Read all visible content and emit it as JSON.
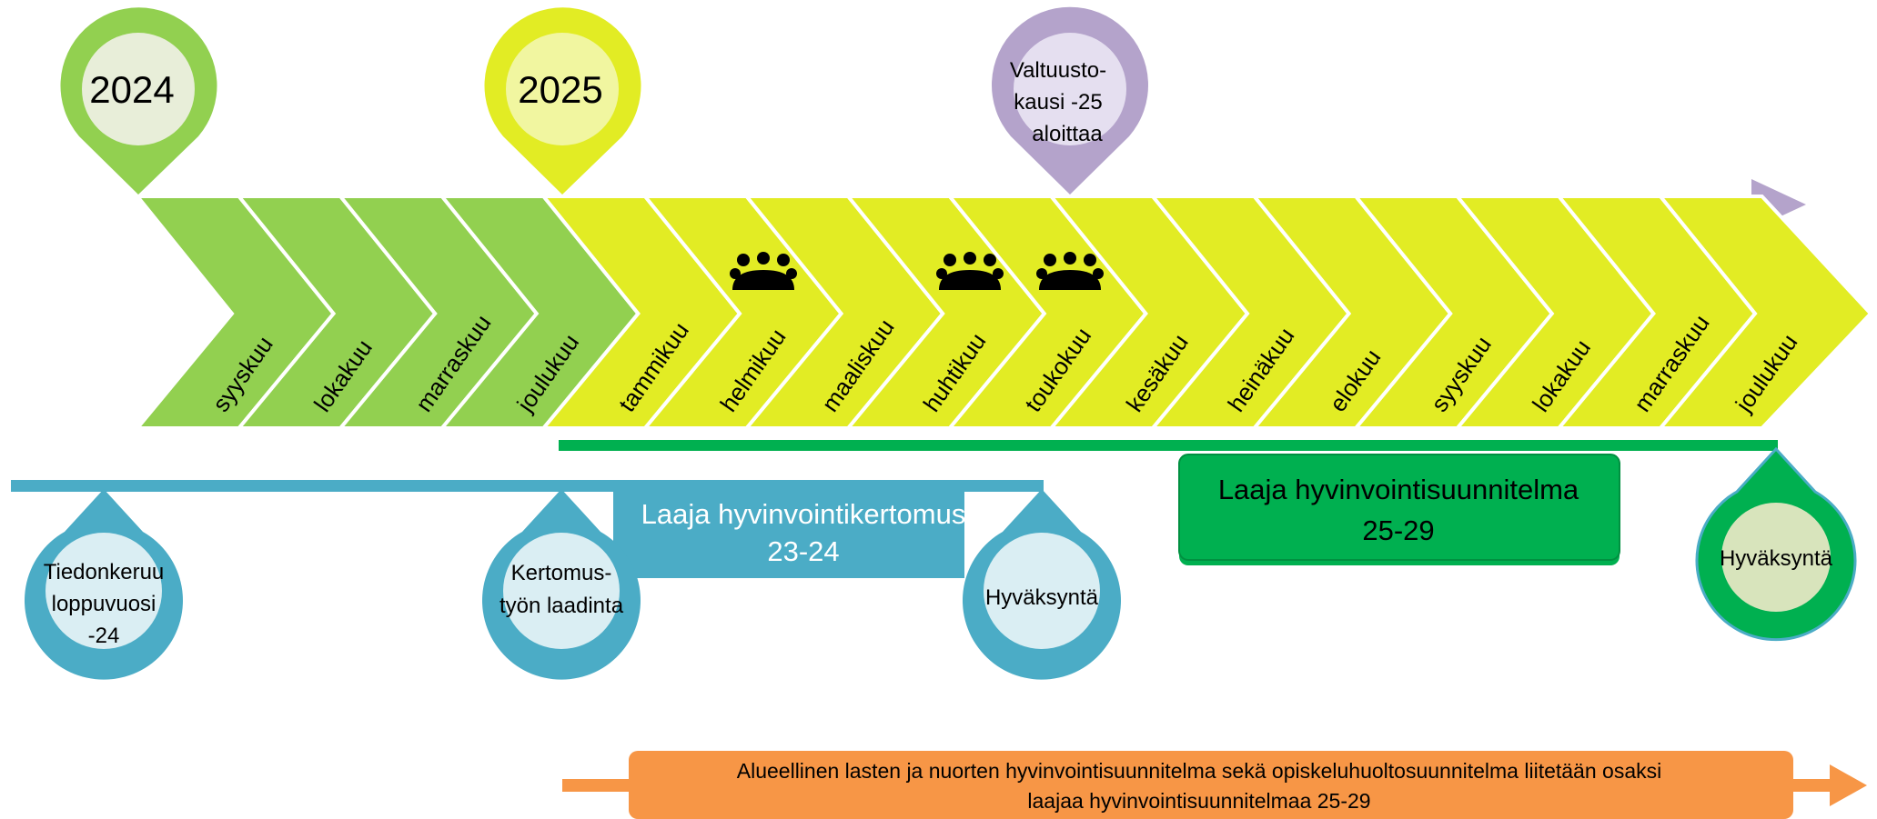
{
  "years": {
    "y2024": "2024",
    "y2025": "2025"
  },
  "pins": {
    "valtuusto": [
      "Valtuusto-",
      "kausi -25",
      "aloittaa"
    ],
    "tiedonkeruu": [
      "Tiedonkeruu",
      "loppuvuosi",
      "-24"
    ],
    "kertomus": [
      "Kertomus-",
      "työn laadinta"
    ],
    "hyvaksynta_kertomus": "Hyväksyntä",
    "hyvaksynta_suunnitelma": "Hyväksyntä"
  },
  "months_2024": [
    "syyskuu",
    "lokakuu",
    "marraskuu",
    "joulukuu"
  ],
  "months_2025": [
    "tammikuu",
    "helmikuu",
    "maaliskuu",
    "huhtikuu",
    "toukokuu",
    "kesäkuu",
    "heinäkuu",
    "elokuu",
    "syyskuu",
    "lokakuu",
    "marraskuu",
    "joulukuu"
  ],
  "meeting_icons_after_month_index": [
    1,
    3,
    4
  ],
  "boxes": {
    "kertomus": [
      "Laaja hyvinvointikertomus",
      "23-24"
    ],
    "suunnitelma": [
      "Laaja hyvinvointisuunnitelma",
      "25-29"
    ],
    "alueellinen": [
      "Alueellinen lasten ja nuorten hyvinvointisuunnitelma sekä opiskeluhuoltosuunnitelma liitetään osaksi",
      "laajaa hyvinvointisuunnitelmaa 25-29"
    ]
  },
  "colors": {
    "green_2024": "#92d050",
    "yellow_2025": "#e2ec24",
    "purple": "#b4a3cb",
    "blue": "#4bacc6",
    "green_dark": "#00b050",
    "orange": "#f79646"
  }
}
